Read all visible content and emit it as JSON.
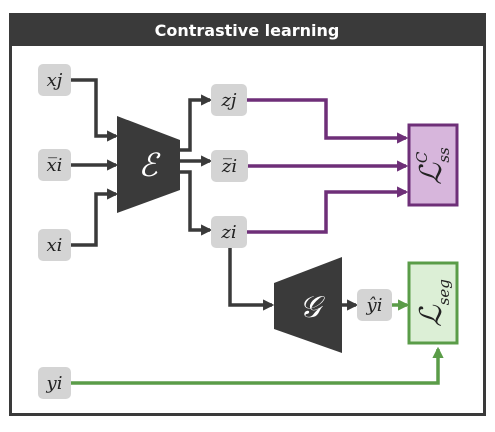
{
  "header": {
    "title": "Contrastive learning"
  },
  "nodes": {
    "xj": "xj",
    "xbar": "x̅i",
    "xi": "xi",
    "zj": "zj",
    "zbar": "z̅i",
    "zi": "zi",
    "yhat": "ŷi",
    "yi": "yi"
  },
  "blocks": {
    "encoder": "ℰ",
    "decoder": "𝒢"
  },
  "losses": {
    "contrastive": "ℒ",
    "contrastive_sup": "C",
    "contrastive_sub": "ss",
    "segmentation": "ℒ",
    "segmentation_sub": "seg"
  },
  "colors": {
    "header_bg": "#3a3a3a",
    "frame": "#3a3a3a",
    "node_fill": "#d4d4d4",
    "block_fill": "#3a3a3a",
    "dark_arrow": "#3a3a3a",
    "purple_arrow": "#6e2f78",
    "purple_fill": "#d7b6dc",
    "green_arrow": "#5a9c48",
    "green_fill": "#dcefd6"
  }
}
